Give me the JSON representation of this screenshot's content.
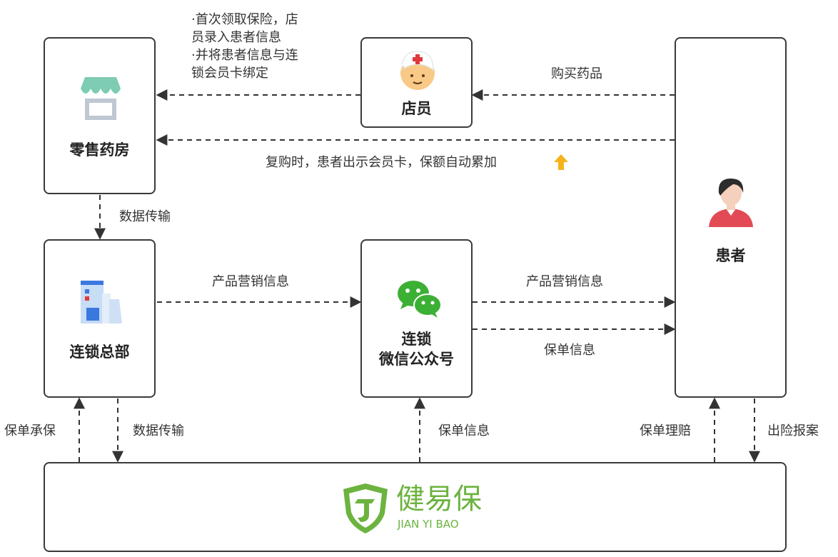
{
  "nodes": {
    "pharmacy": "零售药房",
    "clerk": "店员",
    "patient": "患者",
    "hq": "连锁总部",
    "wechat_line1": "连锁",
    "wechat_line2": "微信公众号"
  },
  "notes": {
    "first_claim": [
      "·首次领取保险，店",
      "员录入患者信息",
      "·并将患者信息与连",
      "锁会员卡绑定"
    ]
  },
  "edges": {
    "buy_medicine": "购买药品",
    "repurchase": "复购时，患者出示会员卡，保额自动累加",
    "data_transfer_1": "数据传输",
    "marketing_1": "产品营销信息",
    "marketing_2": "产品营销信息",
    "policy_info_1": "保单信息",
    "underwriting": "保单承保",
    "data_transfer_2": "数据传输",
    "policy_info_2": "保单信息",
    "claim": "保单理赔",
    "report": "出险报案"
  },
  "brand": {
    "name_cn": "健易保",
    "name_en": "JIAN YI BAO"
  },
  "colors": {
    "brand_green": "#6cb33f",
    "accent_yellow": "#f5b31b",
    "line": "#333333"
  }
}
